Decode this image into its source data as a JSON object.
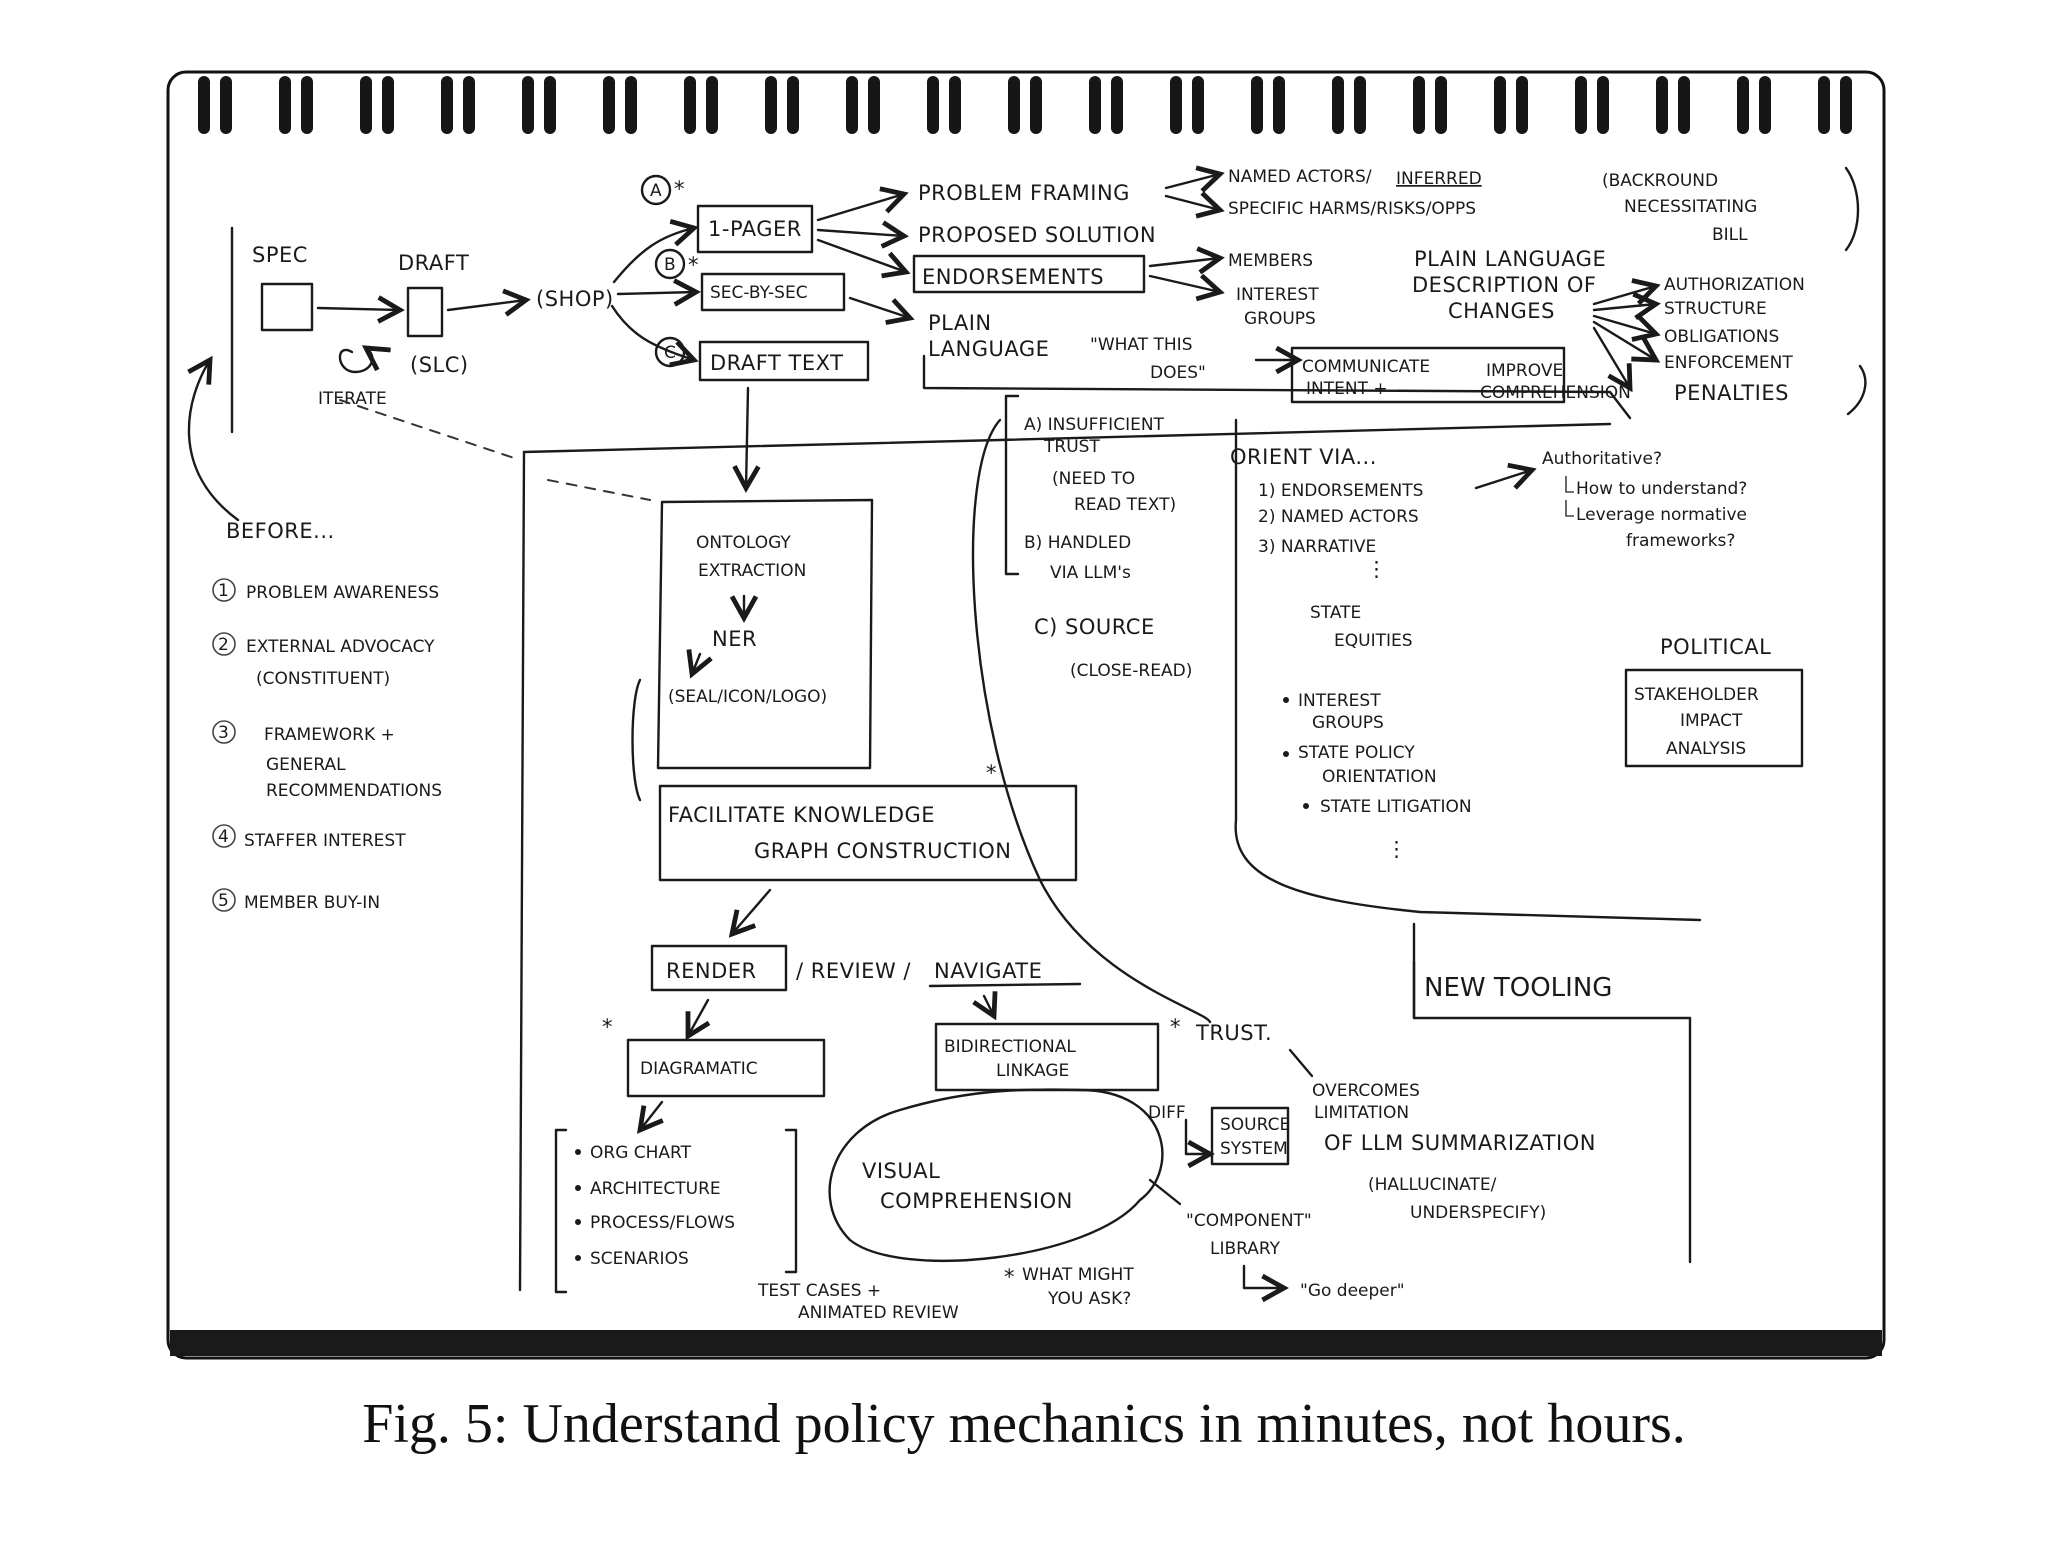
{
  "caption": "Fig. 5: Understand policy mechanics in minutes, not hours.",
  "sketch": {
    "spec": "SPEC",
    "draft": "DRAFT",
    "iterate": "ITERATE",
    "slc": "(SLC)",
    "shop": "(SHOP)",
    "marker_a": "A",
    "marker_b": "B",
    "marker_c": "C",
    "one_pager": "1-PAGER",
    "sec_by_sec": "SEC-BY-SEC",
    "draft_text": "DRAFT TEXT",
    "problem_framing": "PROBLEM FRAMING",
    "proposed_solution": "PROPOSED SOLUTION",
    "endorsements": "ENDORSEMENTS",
    "plain_language": "PLAIN",
    "plain_language_2": "LANGUAGE",
    "what_this_does": "\"WHAT THIS",
    "what_this_does_2": "DOES\"",
    "named_actors": "NAMED ACTORS/",
    "inferred": "INFERRED",
    "specific_harms": "SPECIFIC HARMS/RISKS/OPPS",
    "background_1": "(BACKROUND",
    "background_2": "NECESSITATING",
    "background_3": "BILL",
    "members": "MEMBERS",
    "interest_groups_1": "INTEREST",
    "interest_groups_2": "GROUPS",
    "plain_desc_1": "PLAIN LANGUAGE",
    "plain_desc_2": "DESCRIPTION OF",
    "plain_desc_3": "CHANGES",
    "authorization": "AUTHORIZATION",
    "structure": "STRUCTURE",
    "obligations": "OBLIGATIONS",
    "enforcement": "ENFORCEMENT",
    "penalties": "PENALTIES",
    "communicate_1": "COMMUNICATE",
    "communicate_2": "INTENT +",
    "improve_1": "IMPROVE",
    "improve_2": "COMPREHENSION",
    "before": "BEFORE...",
    "before_items": [
      "PROBLEM AWARENESS",
      "EXTERNAL ADVOCACY",
      "(CONSTITUENT)",
      "FRAMEWORK +",
      "GENERAL",
      "RECOMMENDATIONS",
      "STAFFER INTEREST",
      "MEMBER BUY-IN"
    ],
    "before_nums": [
      "1",
      "2",
      "3",
      "4",
      "5"
    ],
    "trust_a_1": "A) INSUFFICIENT",
    "trust_a_2": "TRUST",
    "trust_a_3": "(NEED TO",
    "trust_a_4": "READ TEXT)",
    "trust_b_1": "B) HANDLED",
    "trust_b_2": "VIA LLM's",
    "trust_c_1": "C) SOURCE",
    "trust_c_2": "(CLOSE-READ)",
    "orient_via": "ORIENT VIA...",
    "orient_items": [
      "1) ENDORSEMENTS",
      "2) NAMED ACTORS",
      "3) NARRATIVE"
    ],
    "authoritative": "Authoritative?",
    "how_to_understand": "How to understand?",
    "leverage_1": "Leverage normative",
    "leverage_2": "frameworks?",
    "state_equities_1": "STATE",
    "state_equities_2": "EQUITIES",
    "state_items": [
      "INTEREST",
      "GROUPS",
      "STATE POLICY",
      "ORIENTATION",
      "STATE LITIGATION"
    ],
    "political": "POLITICAL",
    "stakeholder_1": "STAKEHOLDER",
    "stakeholder_2": "IMPACT",
    "stakeholder_3": "ANALYSIS",
    "ontology_1": "ONTOLOGY",
    "ontology_2": "EXTRACTION",
    "ner": "NER",
    "seal_icon_logo": "(SEAL/ICON/LOGO)",
    "kg_1": "FACILITATE KNOWLEDGE",
    "kg_2": "GRAPH CONSTRUCTION",
    "render": "RENDER",
    "review": "/ REVIEW /",
    "navigate": "NAVIGATE",
    "new_tooling": "NEW TOOLING",
    "diagramatic": "DIAGRAMATIC",
    "diagram_items": [
      "ORG CHART",
      "ARCHITECTURE",
      "PROCESS/FLOWS",
      "SCENARIOS"
    ],
    "bidir_1": "BIDIRECTIONAL",
    "bidir_2": "LINKAGE",
    "trust": "TRUST.",
    "overcomes_1": "OVERCOMES",
    "overcomes_2": "LIMITATION",
    "overcomes_3": "OF LLM SUMMARIZATION",
    "hallucinate_1": "(HALLUCINATE/",
    "hallucinate_2": "UNDERSPECIFY)",
    "diff": "DIFF",
    "source_system_1": "SOURCE",
    "source_system_2": "SYSTEM",
    "visual_comp_1": "VISUAL",
    "visual_comp_2": "COMPREHENSION",
    "component_1": "\"COMPONENT\"",
    "component_2": "LIBRARY",
    "go_deeper": "\"Go deeper\"",
    "test_cases_1": "TEST CASES +",
    "test_cases_2": "ANIMATED REVIEW",
    "what_might_1": "WHAT MIGHT",
    "what_might_2": "YOU ASK?",
    "asterisk": "*"
  }
}
